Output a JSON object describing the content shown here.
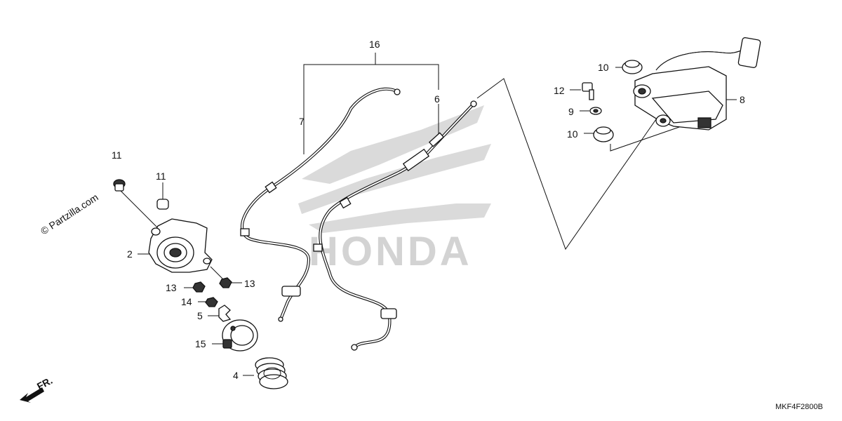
{
  "watermark": "© Partzilla.com",
  "brand_logo_text": "HONDA",
  "diagram_code": "MKF4F2800B",
  "front_indicator": "FR.",
  "callouts": [
    {
      "id": "c16",
      "label": "16"
    },
    {
      "id": "c7",
      "label": "7"
    },
    {
      "id": "c6",
      "label": "6"
    },
    {
      "id": "c10a",
      "label": "10"
    },
    {
      "id": "c12",
      "label": "12"
    },
    {
      "id": "c9",
      "label": "9"
    },
    {
      "id": "c10b",
      "label": "10"
    },
    {
      "id": "c8",
      "label": "8"
    },
    {
      "id": "c11a",
      "label": "11"
    },
    {
      "id": "c11b",
      "label": "11"
    },
    {
      "id": "c2",
      "label": "2"
    },
    {
      "id": "c13a",
      "label": "13"
    },
    {
      "id": "c13b",
      "label": "13"
    },
    {
      "id": "c14",
      "label": "14"
    },
    {
      "id": "c5",
      "label": "5"
    },
    {
      "id": "c15",
      "label": "15"
    },
    {
      "id": "c4",
      "label": "4"
    }
  ]
}
